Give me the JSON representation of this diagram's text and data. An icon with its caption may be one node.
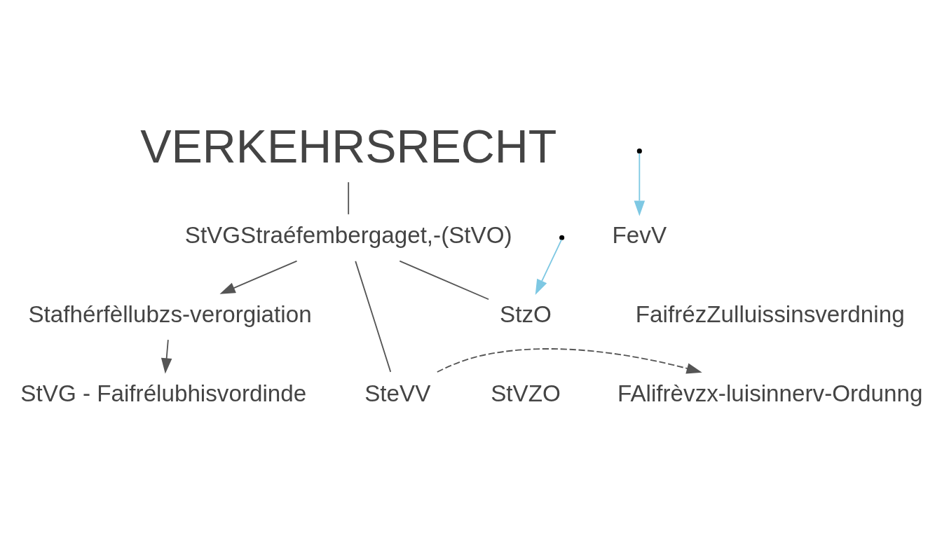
{
  "diagram": {
    "nodes": [
      {
        "text": [
          "VERKEHRSRECHT"
        ]
      },
      {
        "text": [
          "StVGStraéfembergaget,-(StVO)"
        ]
      },
      {
        "text": [
          "Stafhérfèllubzs-verorgiation"
        ]
      },
      {
        "text": [
          "StVG - Faifrélubhisvordinde"
        ]
      },
      {
        "text": [
          "FevV"
        ]
      },
      {
        "text": [
          "FaifrézZulluissinsverdning"
        ]
      },
      {
        "text": [
          "FAlifrèvzx-luisinnerv-Ordunng"
        ]
      },
      {
        "text": [
          "SteVV"
        ]
      },
      {
        "text": [
          "StzO"
        ]
      },
      {
        "text": [
          "StVZO"
        ]
      }
    ],
    "edges": [
      {
        "from": 0,
        "to": 1,
        "arrow": "none"
      },
      {
        "from": 1,
        "to": 2,
        "arrow": "to"
      },
      {
        "from": 2,
        "to": 3,
        "arrow": "to"
      },
      {
        "from": 1,
        "to": 7,
        "arrow": "none"
      },
      {
        "from": 1,
        "to": 8,
        "arrow": "none"
      },
      {
        "from": null,
        "to": 4,
        "arrow": "to",
        "color": "#7ec8e3"
      },
      {
        "from": null,
        "to": 8,
        "arrow": "to",
        "color": "#7ec8e3"
      },
      {
        "from": 7,
        "to": 6,
        "arrow": "to",
        "style": "dashed"
      }
    ]
  }
}
